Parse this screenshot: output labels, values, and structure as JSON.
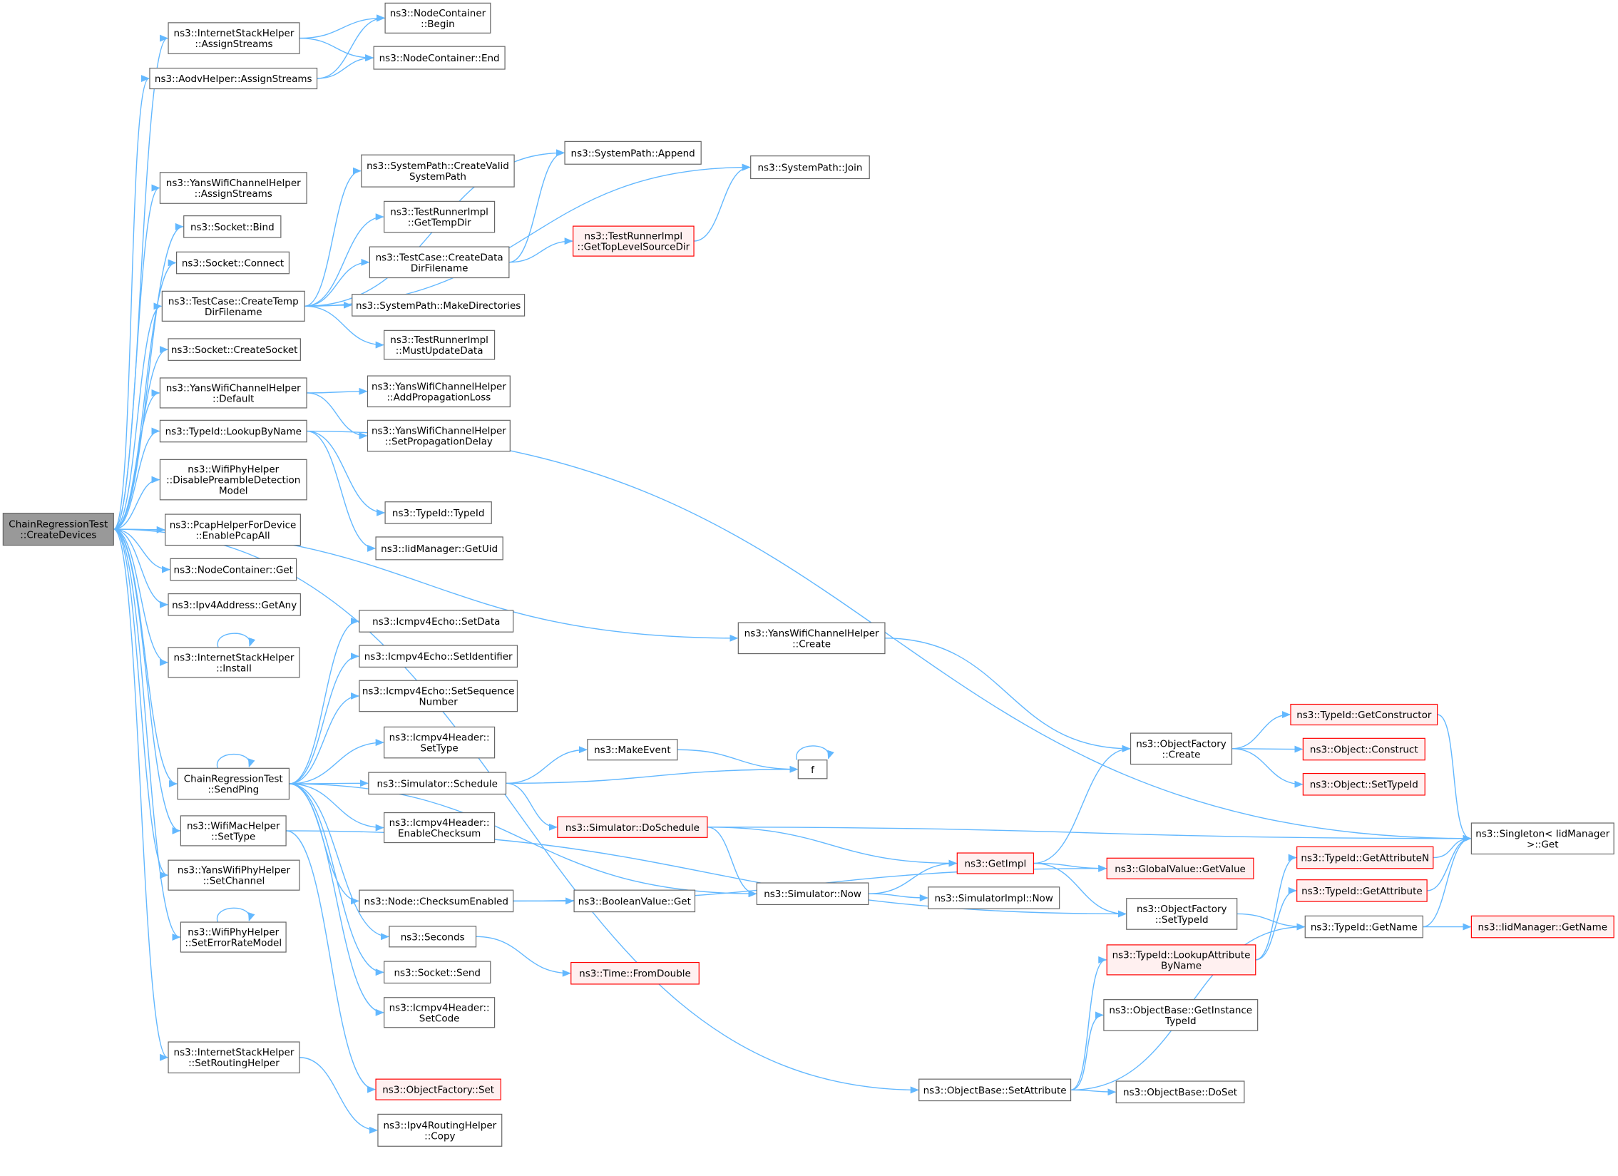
{
  "colors": {
    "edge": "#63b8ff",
    "root_fill": "#999999",
    "root_stroke": "#666666",
    "normal_fill": "#ffffff",
    "normal_stroke": "#666666",
    "truncated_fill": "#fff0f0",
    "truncated_stroke": "#ff0000"
  },
  "nodes": [
    {
      "id": "root",
      "lines": [
        "ChainRegressionTest",
        "::CreateDevices"
      ],
      "kind": "root"
    },
    {
      "id": "ish_assign",
      "lines": [
        "ns3::InternetStackHelper",
        "::AssignStreams"
      ]
    },
    {
      "id": "nc_begin",
      "lines": [
        "ns3::NodeContainer",
        "::Begin"
      ]
    },
    {
      "id": "aodv_assign",
      "lines": [
        "ns3::AodvHelper::AssignStreams"
      ]
    },
    {
      "id": "nc_end",
      "lines": [
        "ns3::NodeContainer::End"
      ]
    },
    {
      "id": "sp_createvalid",
      "lines": [
        "ns3::SystemPath::CreateValid",
        "SystemPath"
      ]
    },
    {
      "id": "sp_append",
      "lines": [
        "ns3::SystemPath::Append"
      ]
    },
    {
      "id": "sp_join",
      "lines": [
        "ns3::SystemPath::Join"
      ]
    },
    {
      "id": "ywch_assign",
      "lines": [
        "ns3::YansWifiChannelHelper",
        "::AssignStreams"
      ]
    },
    {
      "id": "tri_gettemp",
      "lines": [
        "ns3::TestRunnerImpl",
        "::GetTempDir"
      ]
    },
    {
      "id": "sock_bind",
      "lines": [
        "ns3::Socket::Bind"
      ]
    },
    {
      "id": "tc_createdata",
      "lines": [
        "ns3::TestCase::CreateData",
        "DirFilename"
      ]
    },
    {
      "id": "tri_gettop",
      "lines": [
        "ns3::TestRunnerImpl",
        "::GetTopLevelSourceDir"
      ],
      "kind": "truncated"
    },
    {
      "id": "sock_connect",
      "lines": [
        "ns3::Socket::Connect"
      ]
    },
    {
      "id": "tc_createtemp",
      "lines": [
        "ns3::TestCase::CreateTemp",
        "DirFilename"
      ]
    },
    {
      "id": "sp_makedirs",
      "lines": [
        "ns3::SystemPath::MakeDirectories"
      ]
    },
    {
      "id": "tri_mustupdate",
      "lines": [
        "ns3::TestRunnerImpl",
        "::MustUpdateData"
      ]
    },
    {
      "id": "sock_createsocket",
      "lines": [
        "ns3::Socket::CreateSocket"
      ]
    },
    {
      "id": "ywch_default",
      "lines": [
        "ns3::YansWifiChannelHelper",
        "::Default"
      ]
    },
    {
      "id": "ywch_addloss",
      "lines": [
        "ns3::YansWifiChannelHelper",
        "::AddPropagationLoss"
      ]
    },
    {
      "id": "ywch_setdelay",
      "lines": [
        "ns3::YansWifiChannelHelper",
        "::SetPropagationDelay"
      ]
    },
    {
      "id": "typeid_lookup",
      "lines": [
        "ns3::TypeId::LookupByName"
      ]
    },
    {
      "id": "wph_disable",
      "lines": [
        "ns3::WifiPhyHelper",
        "::DisablePreambleDetection",
        "Model"
      ]
    },
    {
      "id": "typeid_typeid",
      "lines": [
        "ns3::TypeId::TypeId"
      ]
    },
    {
      "id": "pcap_enable",
      "lines": [
        "ns3::PcapHelperForDevice",
        "::EnablePcapAll"
      ]
    },
    {
      "id": "iid_getuid",
      "lines": [
        "ns3::IidManager::GetUid"
      ]
    },
    {
      "id": "nc_get",
      "lines": [
        "ns3::NodeContainer::Get"
      ]
    },
    {
      "id": "ipv4_getany",
      "lines": [
        "ns3::Ipv4Address::GetAny"
      ]
    },
    {
      "id": "icmp_setdata",
      "lines": [
        "ns3::Icmpv4Echo::SetData"
      ]
    },
    {
      "id": "ywch_create",
      "lines": [
        "ns3::YansWifiChannelHelper",
        "::Create"
      ]
    },
    {
      "id": "icmp_setid",
      "lines": [
        "ns3::Icmpv4Echo::SetIdentifier"
      ]
    },
    {
      "id": "ish_install",
      "lines": [
        "ns3::InternetStackHelper",
        "::Install"
      ]
    },
    {
      "id": "icmp_setseq",
      "lines": [
        "ns3::Icmpv4Echo::SetSequence",
        "Number"
      ]
    },
    {
      "id": "of_create",
      "lines": [
        "ns3::ObjectFactory",
        "::Create"
      ]
    },
    {
      "id": "typeid_getctor",
      "lines": [
        "ns3::TypeId::GetConstructor"
      ],
      "kind": "truncated"
    },
    {
      "id": "icmph_settype",
      "lines": [
        "ns3::Icmpv4Header::",
        "SetType"
      ]
    },
    {
      "id": "makeevent",
      "lines": [
        "ns3::MakeEvent"
      ]
    },
    {
      "id": "obj_construct",
      "lines": [
        "ns3::Object::Construct"
      ],
      "kind": "truncated"
    },
    {
      "id": "f",
      "lines": [
        "f"
      ]
    },
    {
      "id": "crt_sendping",
      "lines": [
        "ChainRegressionTest",
        "::SendPing"
      ]
    },
    {
      "id": "sim_schedule",
      "lines": [
        "ns3::Simulator::Schedule"
      ]
    },
    {
      "id": "obj_settypeid",
      "lines": [
        "ns3::Object::SetTypeId"
      ],
      "kind": "truncated"
    },
    {
      "id": "icmph_enablecs",
      "lines": [
        "ns3::Icmpv4Header::",
        "EnableChecksum"
      ]
    },
    {
      "id": "sim_doschedule",
      "lines": [
        "ns3::Simulator::DoSchedule"
      ],
      "kind": "truncated"
    },
    {
      "id": "singleton_get",
      "lines": [
        "ns3::Singleton< IidManager",
        " >::Get"
      ]
    },
    {
      "id": "wmh_settype",
      "lines": [
        "ns3::WifiMacHelper",
        "::SetType"
      ]
    },
    {
      "id": "typeid_getattrn",
      "lines": [
        "ns3::TypeId::GetAttributeN"
      ],
      "kind": "truncated"
    },
    {
      "id": "getimpl",
      "lines": [
        "ns3::GetImpl"
      ],
      "kind": "truncated"
    },
    {
      "id": "gv_getvalue",
      "lines": [
        "ns3::GlobalValue::GetValue"
      ],
      "kind": "truncated"
    },
    {
      "id": "ywph_setchannel",
      "lines": [
        "ns3::YansWifiPhyHelper",
        "::SetChannel"
      ]
    },
    {
      "id": "sim_now",
      "lines": [
        "ns3::Simulator::Now"
      ]
    },
    {
      "id": "typeid_getattr",
      "lines": [
        "ns3::TypeId::GetAttribute"
      ],
      "kind": "truncated"
    },
    {
      "id": "node_checksum",
      "lines": [
        "ns3::Node::ChecksumEnabled"
      ]
    },
    {
      "id": "bv_get",
      "lines": [
        "ns3::BooleanValue::Get"
      ]
    },
    {
      "id": "simimpl_now",
      "lines": [
        "ns3::SimulatorImpl::Now"
      ]
    },
    {
      "id": "of_settypeid",
      "lines": [
        "ns3::ObjectFactory",
        "::SetTypeId"
      ]
    },
    {
      "id": "wph_seterror",
      "lines": [
        "ns3::WifiPhyHelper",
        "::SetErrorRateModel"
      ]
    },
    {
      "id": "typeid_getname",
      "lines": [
        "ns3::TypeId::GetName"
      ]
    },
    {
      "id": "iid_getname",
      "lines": [
        "ns3::IidManager::GetName"
      ],
      "kind": "truncated"
    },
    {
      "id": "seconds",
      "lines": [
        "ns3::Seconds"
      ]
    },
    {
      "id": "typeid_lookupattr",
      "lines": [
        "ns3::TypeId::LookupAttribute",
        "ByName"
      ],
      "kind": "truncated"
    },
    {
      "id": "socket_send",
      "lines": [
        "ns3::Socket::Send"
      ]
    },
    {
      "id": "time_fromdouble",
      "lines": [
        "ns3::Time::FromDouble"
      ],
      "kind": "truncated"
    },
    {
      "id": "icmph_setcode",
      "lines": [
        "ns3::Icmpv4Header::",
        "SetCode"
      ]
    },
    {
      "id": "ob_getinstance",
      "lines": [
        "ns3::ObjectBase::GetInstance",
        "TypeId"
      ]
    },
    {
      "id": "ish_setrouting",
      "lines": [
        "ns3::InternetStackHelper",
        "::SetRoutingHelper"
      ]
    },
    {
      "id": "of_set",
      "lines": [
        "ns3::ObjectFactory::Set"
      ],
      "kind": "truncated"
    },
    {
      "id": "ob_setattr",
      "lines": [
        "ns3::ObjectBase::SetAttribute"
      ]
    },
    {
      "id": "ob_doset",
      "lines": [
        "ns3::ObjectBase::DoSet"
      ]
    },
    {
      "id": "ipv4rh_copy",
      "lines": [
        "ns3::Ipv4RoutingHelper",
        "::Copy"
      ]
    }
  ],
  "edges": [
    [
      "root",
      "ish_assign"
    ],
    [
      "root",
      "aodv_assign"
    ],
    [
      "root",
      "ywch_assign"
    ],
    [
      "root",
      "sock_bind"
    ],
    [
      "root",
      "sock_connect"
    ],
    [
      "root",
      "tc_createtemp"
    ],
    [
      "root",
      "sock_createsocket"
    ],
    [
      "root",
      "ywch_default"
    ],
    [
      "root",
      "typeid_lookup"
    ],
    [
      "root",
      "wph_disable"
    ],
    [
      "root",
      "pcap_enable"
    ],
    [
      "root",
      "nc_get"
    ],
    [
      "root",
      "ipv4_getany"
    ],
    [
      "root",
      "ish_install"
    ],
    [
      "root",
      "ywch_create"
    ],
    [
      "root",
      "crt_sendping"
    ],
    [
      "root",
      "wmh_settype"
    ],
    [
      "root",
      "ywph_setchannel"
    ],
    [
      "root",
      "wph_seterror"
    ],
    [
      "root",
      "ish_setrouting"
    ],
    [
      "root",
      "ob_setattr"
    ],
    [
      "ish_assign",
      "nc_begin"
    ],
    [
      "ish_assign",
      "nc_end"
    ],
    [
      "aodv_assign",
      "nc_begin"
    ],
    [
      "aodv_assign",
      "nc_end"
    ],
    [
      "tc_createtemp",
      "sp_append"
    ],
    [
      "tc_createtemp",
      "sp_join"
    ],
    [
      "tc_createtemp",
      "sp_createvalid"
    ],
    [
      "tc_createtemp",
      "tri_gettemp"
    ],
    [
      "tc_createtemp",
      "tc_createdata"
    ],
    [
      "tc_createtemp",
      "sp_makedirs"
    ],
    [
      "tc_createtemp",
      "tri_mustupdate"
    ],
    [
      "tc_createdata",
      "sp_append"
    ],
    [
      "tc_createdata",
      "tri_gettop"
    ],
    [
      "tri_gettop",
      "sp_join"
    ],
    [
      "ywch_default",
      "ywch_addloss"
    ],
    [
      "ywch_default",
      "ywch_setdelay"
    ],
    [
      "typeid_lookup",
      "typeid_typeid"
    ],
    [
      "typeid_lookup",
      "iid_getuid"
    ],
    [
      "typeid_lookup",
      "singleton_get"
    ],
    [
      "ish_install",
      "ish_install"
    ],
    [
      "wph_seterror",
      "wph_seterror"
    ],
    [
      "crt_sendping",
      "crt_sendping"
    ],
    [
      "crt_sendping",
      "icmp_setdata"
    ],
    [
      "crt_sendping",
      "icmp_setid"
    ],
    [
      "crt_sendping",
      "icmp_setseq"
    ],
    [
      "crt_sendping",
      "icmph_settype"
    ],
    [
      "crt_sendping",
      "sim_schedule"
    ],
    [
      "crt_sendping",
      "icmph_enablecs"
    ],
    [
      "crt_sendping",
      "node_checksum"
    ],
    [
      "crt_sendping",
      "seconds"
    ],
    [
      "crt_sendping",
      "socket_send"
    ],
    [
      "crt_sendping",
      "icmph_setcode"
    ],
    [
      "crt_sendping",
      "sim_now"
    ],
    [
      "wmh_settype",
      "of_set"
    ],
    [
      "wmh_settype",
      "of_settypeid"
    ],
    [
      "ish_setrouting",
      "ipv4rh_copy"
    ],
    [
      "ywch_create",
      "of_create"
    ],
    [
      "sim_schedule",
      "makeevent"
    ],
    [
      "sim_schedule",
      "f"
    ],
    [
      "sim_schedule",
      "sim_doschedule"
    ],
    [
      "makeevent",
      "f"
    ],
    [
      "f",
      "f"
    ],
    [
      "sim_doschedule",
      "getimpl"
    ],
    [
      "sim_doschedule",
      "sim_now"
    ],
    [
      "sim_doschedule",
      "singleton_get"
    ],
    [
      "sim_now",
      "getimpl"
    ],
    [
      "sim_now",
      "simimpl_now"
    ],
    [
      "getimpl",
      "of_create"
    ],
    [
      "getimpl",
      "gv_getvalue"
    ],
    [
      "getimpl",
      "of_settypeid"
    ],
    [
      "node_checksum",
      "bv_get"
    ],
    [
      "node_checksum",
      "gv_getvalue"
    ],
    [
      "seconds",
      "time_fromdouble"
    ],
    [
      "of_create",
      "typeid_getctor"
    ],
    [
      "of_create",
      "obj_construct"
    ],
    [
      "of_create",
      "obj_settypeid"
    ],
    [
      "typeid_getctor",
      "singleton_get"
    ],
    [
      "of_settypeid",
      "typeid_getname"
    ],
    [
      "typeid_lookupattr",
      "typeid_getattrn"
    ],
    [
      "typeid_lookupattr",
      "typeid_getattr"
    ],
    [
      "typeid_getattrn",
      "singleton_get"
    ],
    [
      "typeid_getattr",
      "singleton_get"
    ],
    [
      "typeid_getname",
      "singleton_get"
    ],
    [
      "typeid_getname",
      "iid_getname"
    ],
    [
      "ob_setattr",
      "typeid_lookupattr"
    ],
    [
      "ob_setattr",
      "ob_getinstance"
    ],
    [
      "ob_setattr",
      "ob_doset"
    ],
    [
      "ob_setattr",
      "typeid_getname"
    ]
  ]
}
